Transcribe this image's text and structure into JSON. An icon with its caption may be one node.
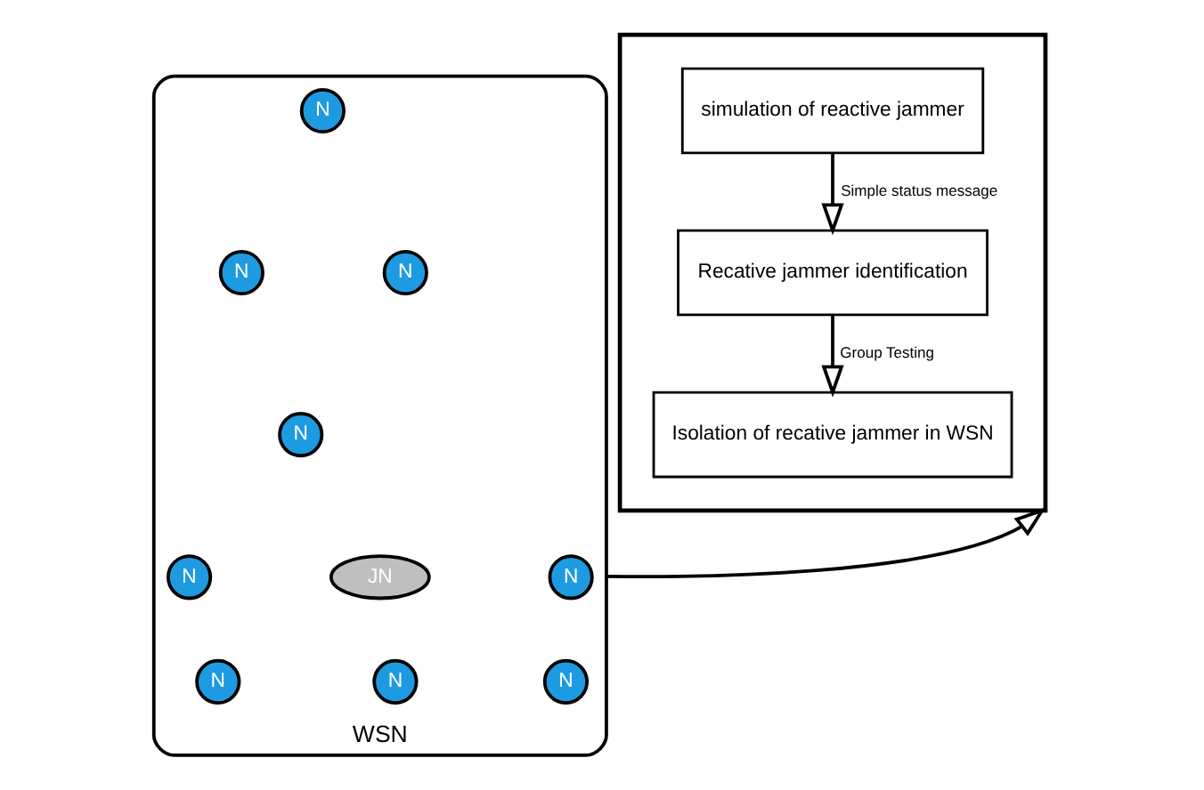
{
  "diagram": {
    "nodes": [
      {
        "text": [
          "WSN"
        ]
      },
      {
        "text": [
          "N"
        ],
        "in": 0
      },
      {
        "text": [
          "N"
        ],
        "in": 0
      },
      {
        "text": [
          "N"
        ],
        "in": 0
      },
      {
        "text": [
          "N"
        ],
        "in": 0
      },
      {
        "text": [
          "N"
        ],
        "in": 0
      },
      {
        "text": [
          "JN"
        ],
        "in": 0
      },
      {
        "text": [
          "N"
        ],
        "in": 0
      },
      {
        "text": [
          "N"
        ],
        "in": 0
      },
      {
        "text": [
          "N"
        ],
        "in": 0
      },
      {
        "text": [
          "N"
        ],
        "in": 0
      },
      {
        "text": [],
        "shape": "box"
      },
      {
        "text": [
          "simulation of reactive jammer"
        ],
        "in": 11
      },
      {
        "text": [
          "Recative jammer identification"
        ],
        "in": 11
      },
      {
        "text": [
          "Isolation of recative jammer in WSN"
        ],
        "in": 11
      }
    ],
    "edges": [
      {
        "from": 0,
        "to": 11,
        "arrow": "to"
      },
      {
        "from": 12,
        "to": 13,
        "arrow": "to",
        "label": "Simple status message"
      },
      {
        "from": 13,
        "to": 14,
        "arrow": "to",
        "label": "Group Testing"
      }
    ]
  }
}
